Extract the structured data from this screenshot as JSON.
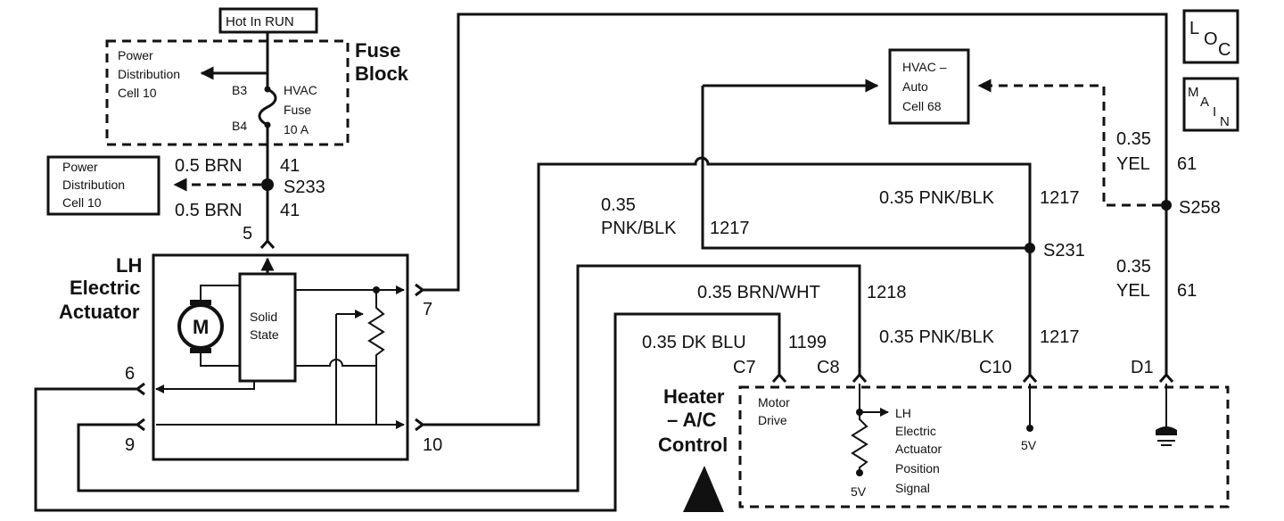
{
  "hot_in_run": "Hot In RUN",
  "fuse_block": {
    "line1": "Fuse",
    "line2": "Block"
  },
  "power_dist_top": {
    "line1": "Power",
    "line2": "Distribution",
    "line3": "Cell 10"
  },
  "power_dist_left": {
    "line1": "Power",
    "line2": "Distribution",
    "line3": "Cell 10"
  },
  "fuse": {
    "b3": "B3",
    "b4": "B4",
    "line1": "HVAC",
    "line2": "Fuse",
    "line3": "10 A"
  },
  "wire_brn_top": {
    "color": "0.5 BRN",
    "circuit": "41"
  },
  "wire_brn_bottom": {
    "color": "0.5 BRN",
    "circuit": "41"
  },
  "splice_s233": "S233",
  "pin_5": "5",
  "pin_6": "6",
  "pin_7": "7",
  "pin_9": "9",
  "pin_10": "10",
  "actuator": {
    "line1": "LH",
    "line2": "Electric",
    "line3": "Actuator"
  },
  "motor_label": "M",
  "solid_state": {
    "line1": "Solid",
    "line2": "State"
  },
  "hvac_auto": {
    "line1": "HVAC –",
    "line2": "Auto",
    "line3": "Cell 68"
  },
  "wire_pnk_left": {
    "size": "0.35",
    "color": "PNK/BLK",
    "circuit": "1217"
  },
  "wire_pnk_top": {
    "label": "0.35 PNK/BLK",
    "circuit": "1217"
  },
  "splice_s231": "S231",
  "wire_brn_wht": {
    "label": "0.35 BRN/WHT",
    "circuit": "1218"
  },
  "wire_dk_blu": {
    "label": "0.35 DK BLU",
    "circuit": "1199"
  },
  "wire_pnk_bottom": {
    "label": "0.35 PNK/BLK",
    "circuit": "1217"
  },
  "wire_yel_top": {
    "size": "0.35",
    "color": "YEL",
    "circuit": "61"
  },
  "wire_yel_bottom": {
    "size": "0.35",
    "color": "YEL",
    "circuit": "61"
  },
  "splice_s258": "S258",
  "pin_c7": "C7",
  "pin_c8": "C8",
  "pin_c10": "C10",
  "pin_d1": "D1",
  "control": {
    "line1": "Heater",
    "line2": "– A/C",
    "line3": "Control"
  },
  "motor_drive": {
    "line1": "Motor",
    "line2": "Drive"
  },
  "position_signal": {
    "line1": "LH",
    "line2": "Electric",
    "line3": "Actuator",
    "line4": "Position",
    "line5": "Signal"
  },
  "ref_5v_left": "5V",
  "ref_5v_right": "5V",
  "loc_icon": {
    "l": "L",
    "o": "O",
    "c": "C"
  },
  "main_icon": {
    "m": "M",
    "a": "A",
    "i": "I",
    "n": "N"
  }
}
